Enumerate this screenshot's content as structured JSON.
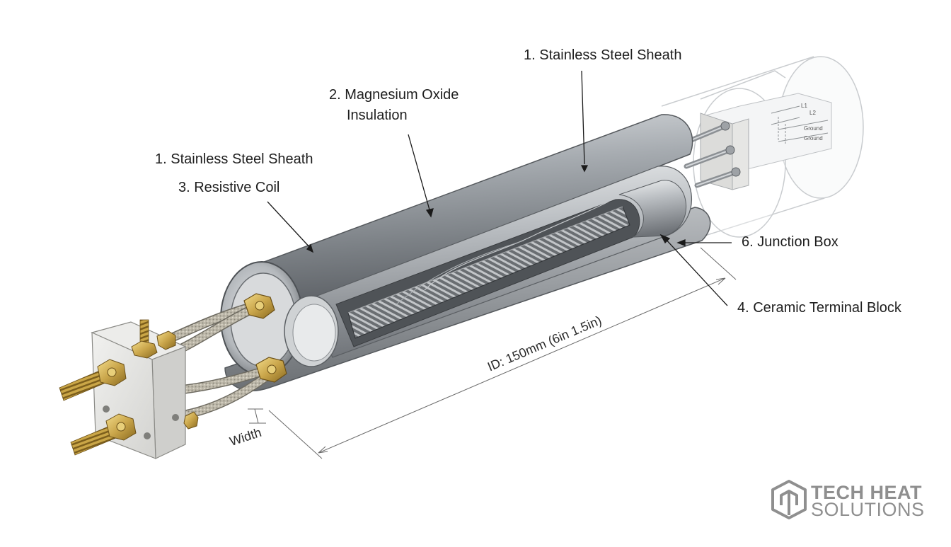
{
  "labels": {
    "sheath_top": "1. Stainless Steel Sheath",
    "sheath_left": "1. Stainless Steel Sheath",
    "insulation_line1": "2. Magnesium Oxide",
    "insulation_line2": "Insulation",
    "coil": "3. Resistive Coil",
    "junction": "6. Junction Box",
    "terminal": "4. Ceramic Terminal Block"
  },
  "dimensions": {
    "length": "ID: 150mm (6in 1.5in)",
    "width": "Width"
  },
  "junction_box_markings": [
    "L1",
    "L2",
    "Ground",
    "Ground"
  ],
  "logo": {
    "line1": "TECH HEAT",
    "line2": "SOLUTIONS"
  },
  "colors": {
    "steel": "#9ea3a8",
    "brass": "#c9a54a",
    "ceramic": "#e4e4e2",
    "label_text": "#1e1e1e",
    "logo": "#8f8f8f"
  }
}
